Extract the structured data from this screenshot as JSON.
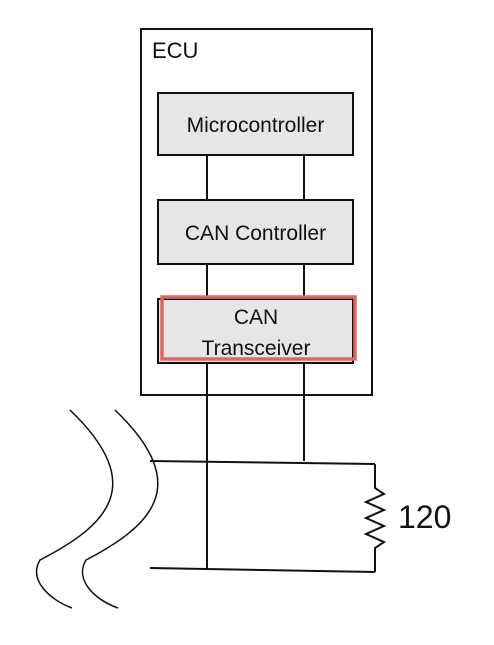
{
  "ecu": {
    "label": "ECU"
  },
  "blocks": {
    "microcontroller": "Microcontroller",
    "can_controller": "CAN Controller",
    "can_transceiver_line1": "CAN",
    "can_transceiver_line2": "Transceiver"
  },
  "termination": {
    "resistor_value": "120"
  },
  "colors": {
    "block_fill": "#e6e6e6",
    "stroke": "#111111",
    "highlight": "#e06666",
    "background": "#ffffff"
  }
}
